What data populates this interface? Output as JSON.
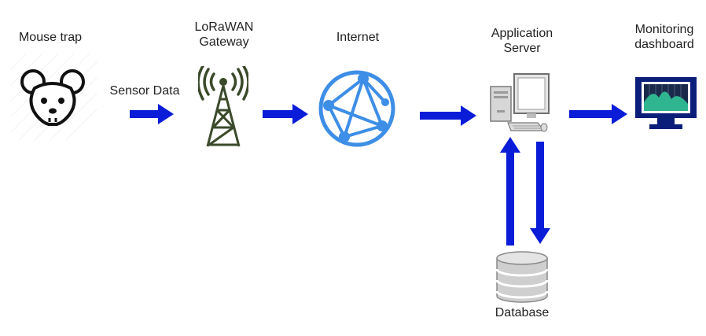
{
  "nodes": {
    "mouse_trap": {
      "label": "Mouse trap",
      "icon": "mouse-icon"
    },
    "gateway": {
      "label_line1": "LoRaWAN",
      "label_line2": "Gateway",
      "icon": "antenna-tower-icon"
    },
    "internet": {
      "label": "Internet",
      "icon": "globe-network-icon"
    },
    "app_server": {
      "label_line1": "Application",
      "label_line2": "Server",
      "icon": "desktop-computer-icon"
    },
    "dashboard": {
      "label_line1": "Monitoring",
      "label_line2": "dashboard",
      "icon": "monitor-chart-icon"
    },
    "database": {
      "label": "Database",
      "icon": "database-icon"
    }
  },
  "edges": {
    "sensor_label": "Sensor Data"
  },
  "colors": {
    "arrow": "#0a1cd8",
    "internet": "#3d8ee6",
    "tower": "#3b4a2a",
    "dashboard": "#0b1f7a"
  }
}
